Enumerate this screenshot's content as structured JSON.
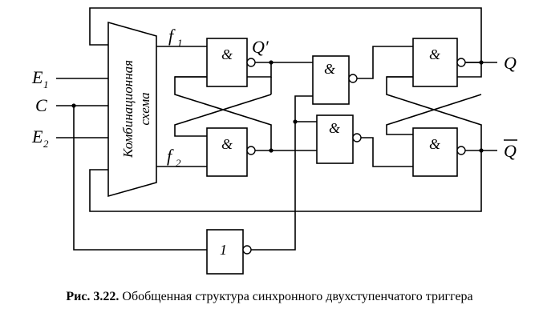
{
  "inputs": {
    "e1": "E",
    "e1_sub": "1",
    "c": "C",
    "e2": "E",
    "e2_sub": "2"
  },
  "outputs": {
    "f1": "f",
    "f1_sub": "1",
    "f2": "f",
    "f2_sub": "2",
    "q_prime": "Q′",
    "q": "Q",
    "q_bar": "Q"
  },
  "block": {
    "line1": "Комбинационная",
    "line2": "схема"
  },
  "gates": {
    "and_symbol": "&",
    "inverter_symbol": "1"
  },
  "caption": {
    "number": "Рис. 3.22.",
    "text": " Обобщенная структура синхронного двухступенчатого триггера"
  }
}
